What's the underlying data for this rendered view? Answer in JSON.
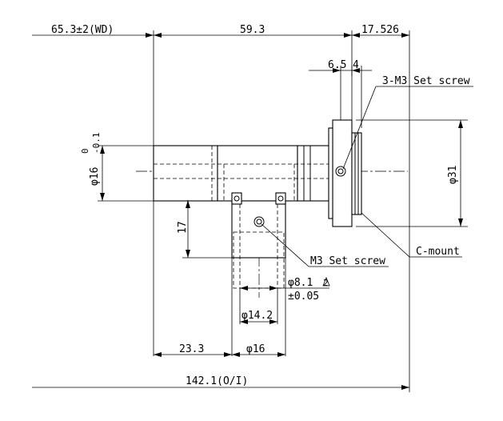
{
  "dimensions": {
    "working_distance": "65.3±2(WD)",
    "overall_length_upper": "59.3",
    "mount_length": "17.526",
    "spacing_a": "6.5",
    "spacing_b": "4",
    "diameter_left": "φ16",
    "tolerance_top": "0",
    "tolerance_bottom": "-0.1",
    "diameter_right": "φ31",
    "height_17": "17",
    "port_diameter_line1": "φ8.1",
    "port_diameter_note": "2",
    "port_diameter_line2": "±0.05",
    "port_inner_diameter": "φ14.2",
    "offset_left": "23.3",
    "port_outer_diameter": "φ16",
    "total_length": "142.1(O/I)"
  },
  "callouts": {
    "set_screw_3": "3-M3 Set screw",
    "set_screw_m3": "M3 Set screw",
    "c_mount": "C-mount"
  }
}
